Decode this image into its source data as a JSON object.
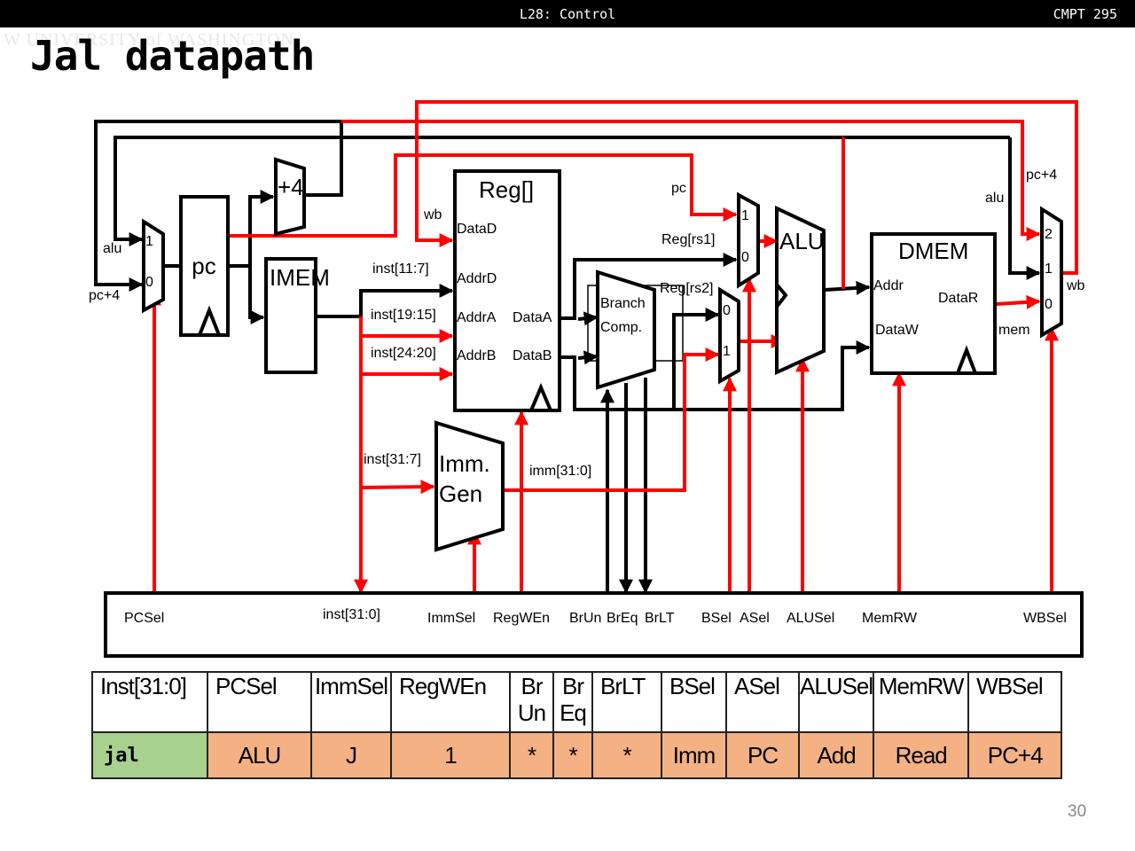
{
  "header": {
    "lecture": "L28: Control",
    "course": "CMPT 295"
  },
  "watermark": "W UNIVERSITY of WASHINGTON",
  "title": "Jal datapath",
  "colors": {
    "active_wire": "#ff0000",
    "inactive_wire": "#000000",
    "inst_cell": "#a9d18e",
    "value_cell": "#f4b183"
  },
  "diagram": {
    "blocks": {
      "pc": "pc",
      "plus4": "+4",
      "imem": "IMEM",
      "reg": "Reg[]",
      "branch_comp_1": "Branch",
      "branch_comp_2": "Comp.",
      "imm_gen_1": "Imm.",
      "imm_gen_2": "Gen",
      "alu": "ALU",
      "dmem": "DMEM"
    },
    "ports": {
      "reg_datad": "DataD",
      "reg_addrd": "AddrD",
      "reg_addra": "AddrA",
      "reg_addrb": "AddrB",
      "reg_dataa": "DataA",
      "reg_datab": "DataB",
      "dmem_addr": "Addr",
      "dmem_dataw": "DataW",
      "dmem_datar": "DataR"
    },
    "mux_inputs": {
      "pc_mux_1": "1",
      "pc_mux_0": "0",
      "a_mux_1": "1",
      "a_mux_0": "0",
      "b_mux_0": "0",
      "b_mux_1": "1",
      "wb_mux_2": "2",
      "wb_mux_1": "1",
      "wb_mux_0": "0"
    },
    "wire_labels": {
      "alu_left": "alu",
      "pc4_left": "pc+4",
      "wb_reg": "wb",
      "inst_11_7": "inst[11:7]",
      "inst_19_15": "inst[19:15]",
      "inst_24_20": "inst[24:20]",
      "inst_31_7": "inst[31:7]",
      "imm_31_0": "imm[31:0]",
      "pc_top": "pc",
      "reg_rs1": "Reg[rs1]",
      "reg_rs2": "Reg[rs2]",
      "alu_right": "alu",
      "pc4_right": "pc+4",
      "wb_right": "wb",
      "mem": "mem"
    },
    "control_signals": {
      "pcsel": "PCSel",
      "inst": "inst[31:0]",
      "immsel": "ImmSel",
      "regwen": "RegWEn",
      "brun": "BrUn",
      "breq": "BrEq",
      "brlt": "BrLT",
      "bsel": "BSel",
      "asel": "ASel",
      "alusel": "ALUSel",
      "memrw": "MemRW",
      "wbsel": "WBSel"
    }
  },
  "table": {
    "headers": [
      {
        "line1": "Inst[31:0]",
        "line2": ""
      },
      {
        "line1": "PCSel",
        "line2": ""
      },
      {
        "line1": "ImmSel",
        "line2": ""
      },
      {
        "line1": "RegWEn",
        "line2": ""
      },
      {
        "line1": "Br",
        "line2": "Un"
      },
      {
        "line1": "Br",
        "line2": "Eq"
      },
      {
        "line1": "BrLT",
        "line2": ""
      },
      {
        "line1": "BSel",
        "line2": ""
      },
      {
        "line1": "ASel",
        "line2": ""
      },
      {
        "line1": "ALUSel",
        "line2": ""
      },
      {
        "line1": "MemRW",
        "line2": ""
      },
      {
        "line1": "WBSel",
        "line2": ""
      }
    ],
    "row": [
      "jal",
      "ALU",
      "J",
      "1",
      "*",
      "*",
      "*",
      "Imm",
      "PC",
      "Add",
      "Read",
      "PC+4"
    ]
  },
  "page_number": "30"
}
